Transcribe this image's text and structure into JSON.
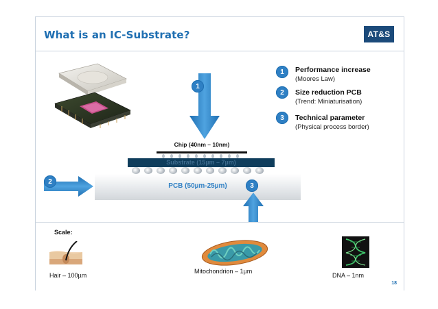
{
  "header": {
    "title": "What is an IC-Substrate?",
    "logo_text": "AT&S"
  },
  "legend": [
    {
      "number": "1",
      "title": "Performance increase",
      "subtitle": "(Moores Law)"
    },
    {
      "number": "2",
      "title": "Size reduction  PCB",
      "subtitle": "(Trend: Miniaturisation)"
    },
    {
      "number": "3",
      "title": "Technical parameter",
      "subtitle": "(Physical process border)"
    }
  ],
  "diagram": {
    "chip_label": "Chip (40nm – 10nm)",
    "substrate_label": "Substrate (15µm – 7µm)",
    "pcb_label": "PCB (50µm-25µm)",
    "arrow_badges": {
      "top": "1",
      "left": "2",
      "bottom": "3"
    }
  },
  "scale": {
    "label": "Scale:",
    "items": [
      {
        "caption": "Hair – 100µm",
        "icon": "hair-icon"
      },
      {
        "caption": "Mitochondrion – 1µm",
        "icon": "mitochondrion-icon"
      },
      {
        "caption": "DNA – 1nm",
        "icon": "dna-icon"
      }
    ]
  },
  "footer": {
    "page_number": "18"
  },
  "colors": {
    "accent": "#1f6fb2",
    "arrow": "#2f80c4",
    "substrate": "#0f3d5c",
    "logo_bg": "#1b4a7a"
  }
}
